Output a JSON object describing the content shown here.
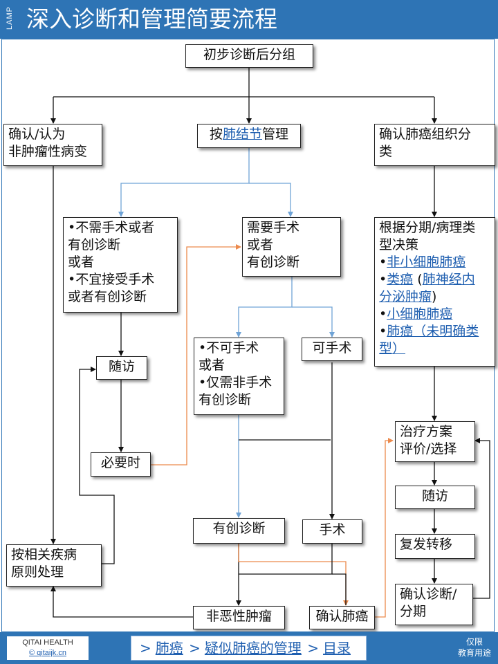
{
  "header": {
    "side_label": "LAMP",
    "title": "深入诊断和管理简要流程"
  },
  "nodes": {
    "initial": "初步诊断后分组",
    "benign_confirm": [
      "确认/认为",
      "非肿瘤性病变"
    ],
    "nodule_mgmt": {
      "pre": "按",
      "link": "肺结节",
      "post": "管理"
    },
    "cancer_type": [
      "确认肺癌组织分",
      "类"
    ],
    "no_surgery": [
      "•不需手术或者",
      "有创诊断",
      "或者",
      "•不宜接受手术",
      "或者有创诊断"
    ],
    "need_surgery": [
      "需要手术",
      "或者",
      "有创诊断"
    ],
    "staging": {
      "intro": [
        "根据分期/病理类",
        "型决策"
      ],
      "items": [
        {
          "bullet": "•",
          "lines": [
            {
              "link": "非小细胞肺癌"
            }
          ]
        },
        {
          "bullet": "•",
          "lines": [
            {
              "link": "类癌",
              "text": " (",
              "link2": "肺神经内"
            },
            {
              "link": "分泌肿瘤",
              "text": ")"
            }
          ]
        },
        {
          "bullet": "•",
          "lines": [
            {
              "link": "小细胞肺癌"
            }
          ]
        },
        {
          "bullet": "•",
          "lines": [
            {
              "link": "肺癌（未明确类"
            },
            {
              "link": "型）"
            }
          ]
        }
      ]
    },
    "followup_left": "随访",
    "inoperable": [
      "•不可手术",
      "或者",
      "•仅需非手术",
      "有创诊断"
    ],
    "operable": "可手术",
    "when_needed": "必要时",
    "treatment": [
      "治疗方案",
      "评价/选择"
    ],
    "followup_right": "随访",
    "recurrence": "复发转移",
    "invasive_dx": "有创诊断",
    "surgery": "手术",
    "per_disease": [
      "按相关疾病",
      "原则处理"
    ],
    "confirm_dx": [
      "确认诊断/",
      "分期"
    ],
    "non_malignant": "非恶性肿瘤",
    "confirmed_cancer": "确认肺癌"
  },
  "colors": {
    "header": "#2e74b5",
    "black_line": "#111111",
    "blue_line": "#6fa3d6",
    "orange_line": "#ec8a4c",
    "link": "#1f5fb0"
  },
  "footer": {
    "brand_name": "QITAI HEALTH",
    "brand_url": "© qitaijk.cn",
    "nav": [
      {
        "text": "肺癌"
      },
      {
        "text": "疑似肺癌的管理"
      },
      {
        "text": "目录"
      }
    ],
    "nav_separator": ">",
    "edu_note": [
      "仅限",
      "教育用途"
    ]
  }
}
